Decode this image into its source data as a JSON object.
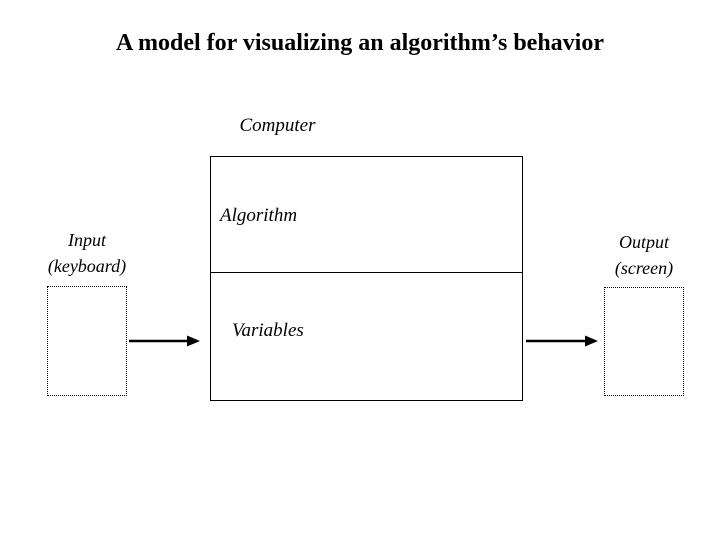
{
  "slide": {
    "title": "A model for visualizing an algorithm’s behavior",
    "background_color": "#ffffff",
    "ink_color": "#000000"
  },
  "computer": {
    "label": "Computer",
    "box_border_style": "solid",
    "sections": [
      {
        "name": "algorithm",
        "label": "Algorithm"
      },
      {
        "name": "variables",
        "label": "Variables"
      }
    ]
  },
  "input": {
    "label_line1": "Input",
    "label_line2": "(keyboard)",
    "box_border_style": "dotted"
  },
  "output": {
    "label_line1": "Output",
    "label_line2": "(screen)",
    "box_border_style": "dotted"
  },
  "arrows": [
    {
      "name": "input-to-computer",
      "direction": "right"
    },
    {
      "name": "computer-to-output",
      "direction": "right"
    }
  ]
}
